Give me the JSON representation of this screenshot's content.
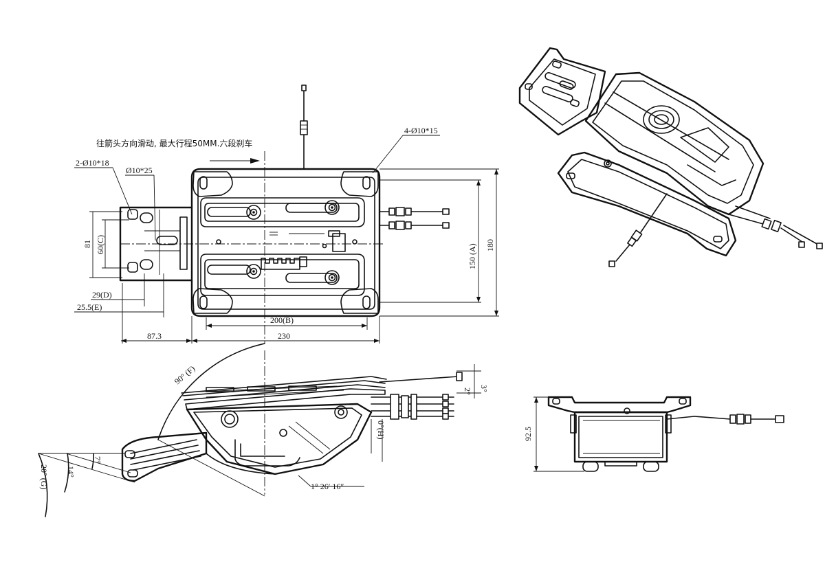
{
  "annotation": {
    "note": "往箭头方向滑动, 最大行程50MM.六段刹车",
    "holes_4": "4-Ø10*15",
    "holes_2": "2-Ø10*18",
    "hole_single": "Ø10*25"
  },
  "dimensions": {
    "d81": "81",
    "d60c": "60(C)",
    "d29d": "29(D)",
    "d255e": "25.5(E)",
    "d873": "87.3",
    "d230": "230",
    "d200b": "200(B)",
    "d150a": "150 (A)",
    "d180": "180",
    "d925": "92.5"
  },
  "angles": {
    "a90f": "90° (F)",
    "a3": "3°",
    "a2": "2°",
    "a0h": "0°(H)",
    "a7": "7°",
    "a14": "14°",
    "a20g": "20° (G)",
    "a1deg": "1° 26′ 16″"
  }
}
